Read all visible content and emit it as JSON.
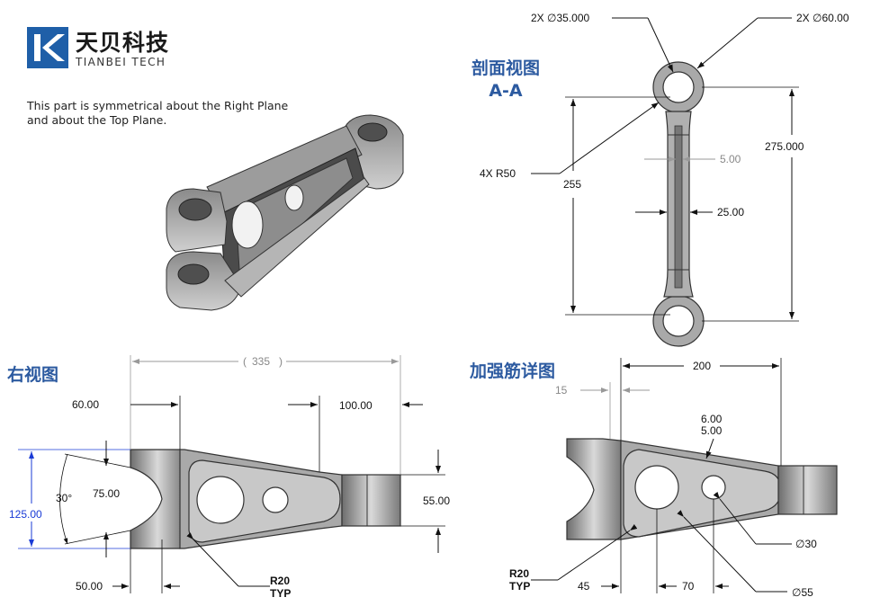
{
  "logo": {
    "cn": "天贝科技",
    "en": "TIANBEI TECH",
    "color": "#1f5fa8"
  },
  "note": {
    "line1": "This part is symmetrical about the Right Plane",
    "line2": "and about the Top Plane."
  },
  "views": {
    "section": {
      "title_line1": "剖面视图",
      "title_line2": "A-A"
    },
    "right": {
      "title": "右视图"
    },
    "rib": {
      "title": "加强筋详图"
    }
  },
  "section_dims": {
    "hole_small": "2X ∅35.000",
    "hole_large": "2X ∅60.00",
    "fillet": "4X R50",
    "height_inner": "255",
    "height_total": "275.000",
    "web_thin": "5.00",
    "web_width": "25.00"
  },
  "right_dims": {
    "overall": "335",
    "left_w": "60.00",
    "right_w": "100.00",
    "angle": "30°",
    "slot": "75.00",
    "height": "125.00",
    "right_h": "55.00",
    "bottom_w": "50.00",
    "fillet": "R20",
    "fillet_typ": "TYP"
  },
  "rib_dims": {
    "length": "200",
    "offset": "15",
    "thk1": "6.00",
    "thk2": "5.00",
    "hole_small": "∅30",
    "hole_large": "∅55",
    "fillet": "R20",
    "fillet_typ": "TYP",
    "pos1": "45",
    "pos2": "70"
  },
  "colors": {
    "title_blue": "#2c5aa0",
    "dim_blue": "#1a3bd6",
    "part_gray": "#a9a9a9",
    "part_dark": "#5a5a5a"
  }
}
